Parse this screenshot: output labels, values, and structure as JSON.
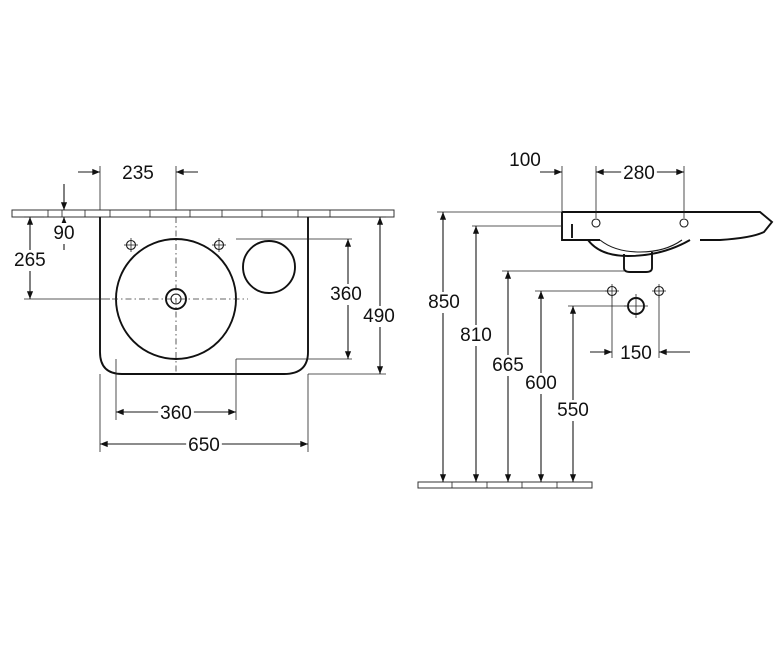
{
  "top_view": {
    "dimensions": {
      "tap_offset": "235",
      "wall_offset": "90",
      "drain_from_wall": "265",
      "bowl_width": "360",
      "bowl_depth": "360",
      "overall_width": "650",
      "overall_depth": "490"
    }
  },
  "side_view": {
    "dimensions": {
      "rim_setback": "100",
      "tap_spacing": "280",
      "rim_height": "850",
      "bowl_height": "810",
      "trap_height": "665",
      "supply_height": "600",
      "outlet_height": "550",
      "supply_spacing": "150"
    }
  }
}
